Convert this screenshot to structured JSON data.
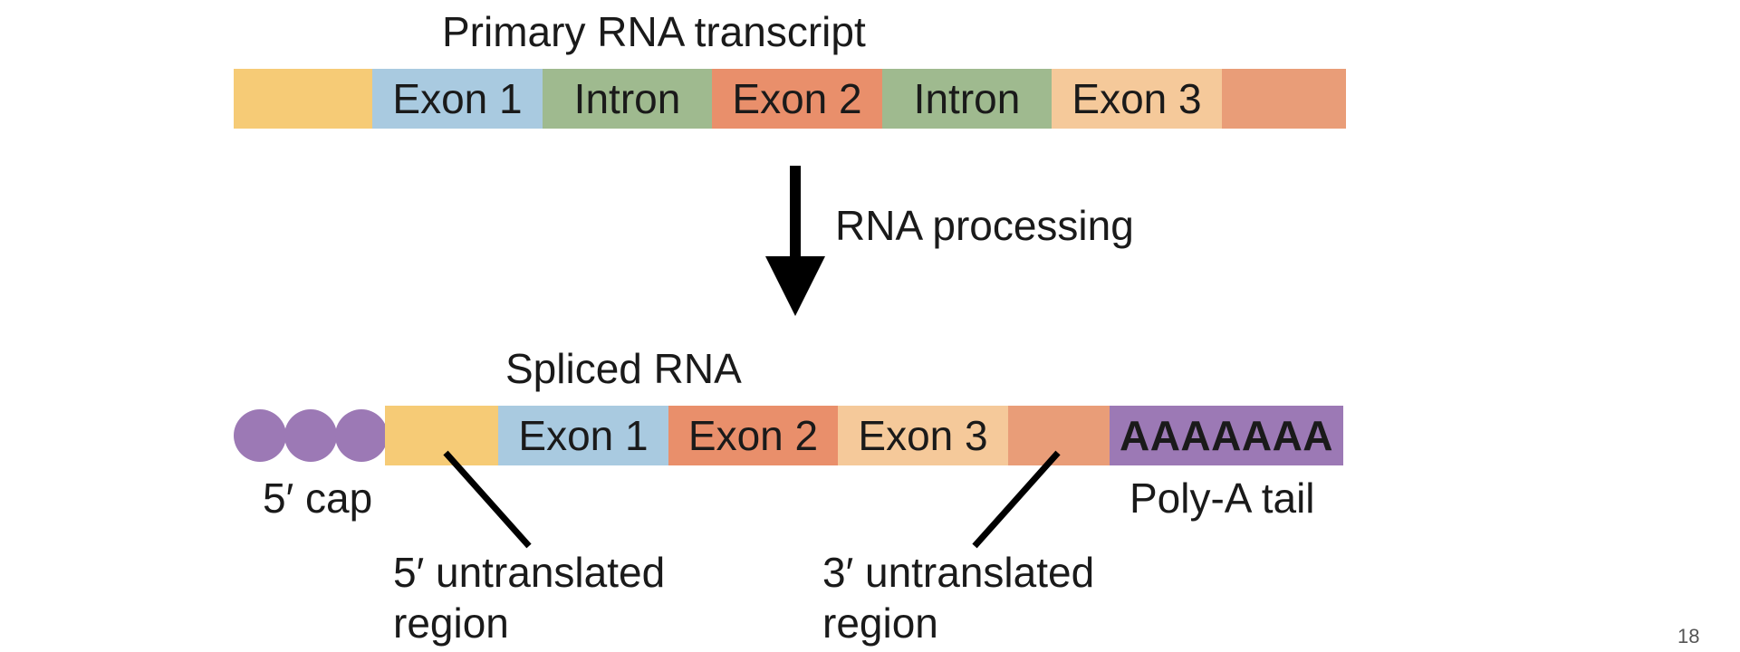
{
  "primary": {
    "title": "Primary RNA transcript",
    "segments": [
      {
        "label": "",
        "color": "#F6CB76"
      },
      {
        "label": "Exon 1",
        "color": "#A9CAE0"
      },
      {
        "label": "Intron",
        "color": "#9FBA8F"
      },
      {
        "label": "Exon 2",
        "color": "#E98F6B"
      },
      {
        "label": "Intron",
        "color": "#9FBA8F"
      },
      {
        "label": "Exon 3",
        "color": "#F5C99A"
      },
      {
        "label": "",
        "color": "#E99D78"
      }
    ]
  },
  "process": {
    "label": "RNA processing",
    "arrow_color": "#000000"
  },
  "spliced": {
    "title": "Spliced RNA",
    "cap_color": "#9C79B5",
    "segments": [
      {
        "label": "",
        "color": "#F6CB76"
      },
      {
        "label": "Exon 1",
        "color": "#A9CAE0"
      },
      {
        "label": "Exon 2",
        "color": "#E98F6B"
      },
      {
        "label": "Exon 3",
        "color": "#F5C99A"
      },
      {
        "label": "",
        "color": "#E99D78"
      },
      {
        "label": "AAAAAAA",
        "color": "#9C79B5"
      }
    ],
    "cap_label": "5′ cap",
    "polya_label": "Poly-A tail",
    "utr5": {
      "line1": "5′ untranslated",
      "line2": "region"
    },
    "utr3": {
      "line1": "3′ untranslated",
      "line2": "region"
    }
  },
  "page_number": "18"
}
